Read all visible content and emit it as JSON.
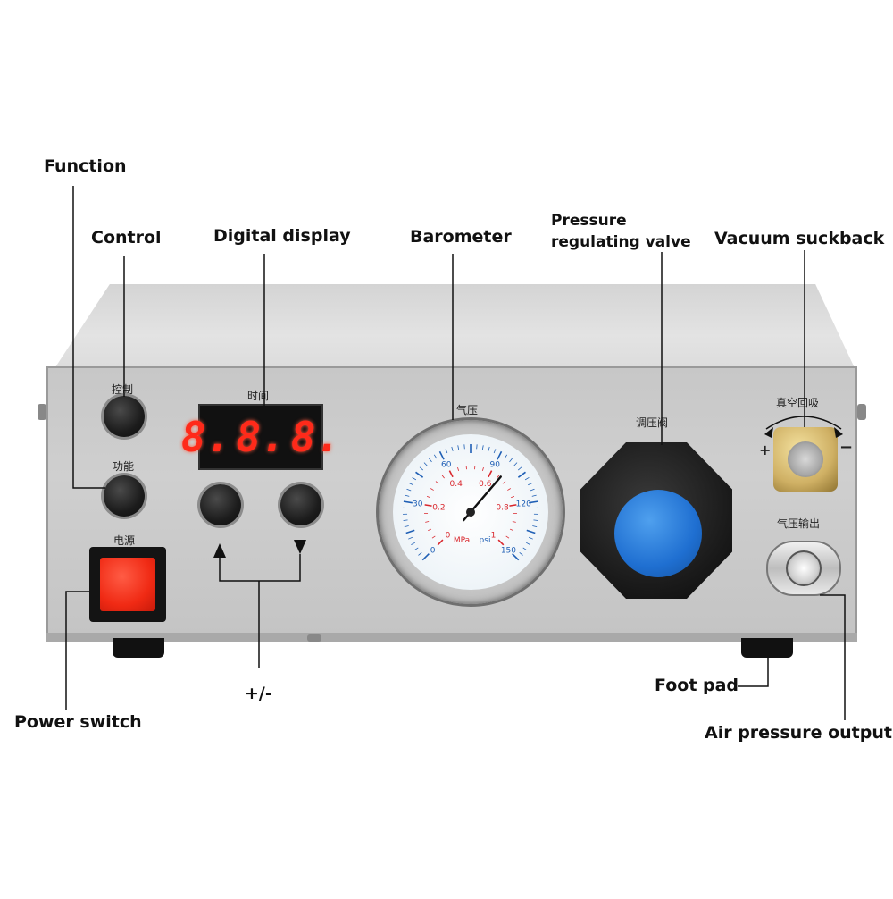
{
  "callouts": {
    "function": "Function",
    "control": "Control",
    "digital_display": "Digital display",
    "barometer": "Barometer",
    "pressure_line1": "Pressure",
    "pressure_line2": "regulating valve",
    "vacuum_suckback": "Vacuum suckback",
    "plus_minus": "+/-",
    "power_switch": "Power switch",
    "foot_pad": "Foot pad",
    "air_pressure_output": "Air pressure output"
  },
  "panel": {
    "control": "控制",
    "function": "功能",
    "time": "时间",
    "power": "电源",
    "air_pressure": "气压",
    "regulator": "调压阀",
    "vacuum": "真空回吸",
    "output": "气压输出",
    "plus": "+",
    "minus": "−",
    "display_digits": [
      "8.",
      "8.",
      "8."
    ]
  },
  "gauge": {
    "unit_mpa": "MPa",
    "unit_psi": "psi",
    "mpa_ticks": [
      "0",
      "0.2",
      "0.4",
      "0.6",
      "0.8",
      "1"
    ],
    "psi_ticks": [
      "0",
      "30",
      "60",
      "90",
      "120",
      "150"
    ],
    "needle_value_mpa": 0.65
  },
  "colors": {
    "display_digit": "#ff2a1a",
    "power_button": "#f02a14",
    "regulator_cap": "#1f6fd1",
    "gauge_red": "#d9262c",
    "gauge_blue": "#1f5fb5"
  }
}
